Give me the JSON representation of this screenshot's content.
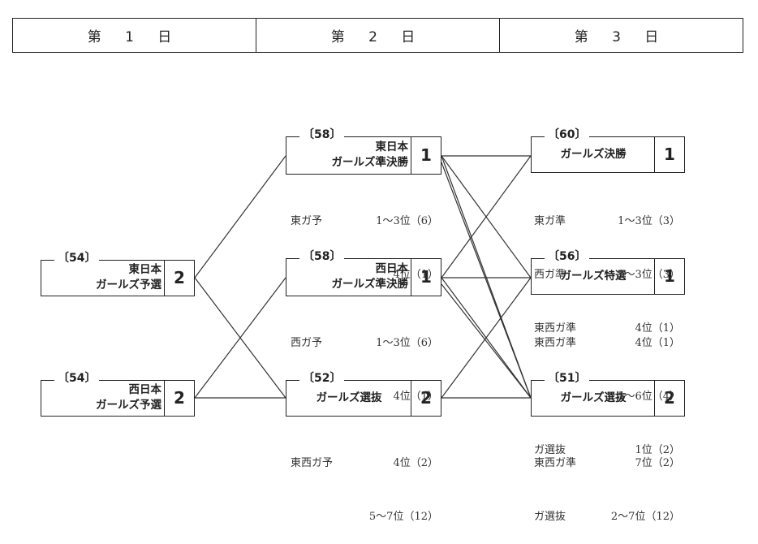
{
  "header": {
    "days": [
      "第 1 日",
      "第 2 日",
      "第 3 日"
    ]
  },
  "races": {
    "r54e": {
      "num": "〔54〕",
      "line1": "東日本",
      "line2": "ガールズ予選",
      "count": "2"
    },
    "r54w": {
      "num": "〔54〕",
      "line1": "西日本",
      "line2": "ガールズ予選",
      "count": "2"
    },
    "r58e": {
      "num": "〔58〕",
      "line1": "東日本",
      "line2": "ガールズ準決勝",
      "count": "1"
    },
    "r58w": {
      "num": "〔58〕",
      "line1": "西日本",
      "line2": "ガールズ準決勝",
      "count": "1"
    },
    "r52": {
      "num": "〔52〕",
      "line1": "ガールズ選抜",
      "count": "2"
    },
    "r60": {
      "num": "〔60〕",
      "line1": "ガールズ決勝",
      "count": "1"
    },
    "r56": {
      "num": "〔56〕",
      "line1": "ガールズ特選",
      "count": "1"
    },
    "r51": {
      "num": "〔51〕",
      "line1": "ガールズ選抜",
      "count": "2"
    }
  },
  "notes": {
    "r58e": [
      {
        "k": "東ガ予",
        "v": "1～3位（6）"
      },
      {
        "k": "",
        "v": "4位（1）"
      }
    ],
    "r58w": [
      {
        "k": "西ガ予",
        "v": "1～3位（6）"
      },
      {
        "k": "",
        "v": "4位（1）"
      }
    ],
    "r52": [
      {
        "k": "東西ガ予",
        "v": "4位（2）"
      },
      {
        "k": "",
        "v": "5～7位（12）"
      }
    ],
    "r60": [
      {
        "k": "東ガ準",
        "v": "1～3位（3）"
      },
      {
        "k": "西ガ準",
        "v": "1～3位（3）"
      },
      {
        "k": "東西ガ準",
        "v": "4位（1）"
      }
    ],
    "r56": [
      {
        "k": "東西ガ準",
        "v": "4位（1）"
      },
      {
        "k": "",
        "v": "5～6位（4）"
      },
      {
        "k": "ガ選抜",
        "v": "1位（2）"
      }
    ],
    "r51": [
      {
        "k": "東西ガ準",
        "v": "7位（2）"
      },
      {
        "k": "ガ選抜",
        "v": "2～7位（12）"
      }
    ]
  }
}
